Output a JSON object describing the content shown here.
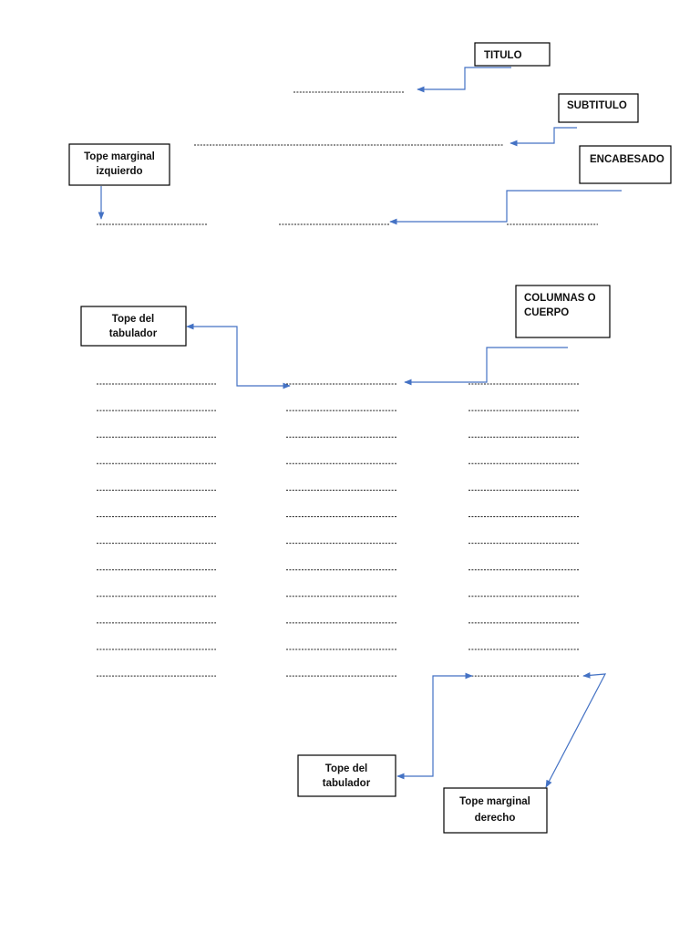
{
  "labels": {
    "titulo": "TITULO",
    "subtitulo": "SUBTITULO",
    "encabesado": "ENCABESADO",
    "tope_marginal_izquierdo": [
      "Tope marginal",
      "izquierdo"
    ],
    "tope_tabulador_1": [
      "Tope del",
      "tabulador"
    ],
    "columnas_cuerpo": [
      "COLUMNAS O",
      "CUERPO"
    ],
    "tope_tabulador_2": [
      "Tope del",
      "tabulador"
    ],
    "tope_marginal_derecho": [
      "Tope marginal",
      "derecho"
    ]
  },
  "body_rows": 12,
  "colors": {
    "arrow": "#4472c4",
    "box_border": "#000000",
    "dashed_line": "#222222"
  }
}
